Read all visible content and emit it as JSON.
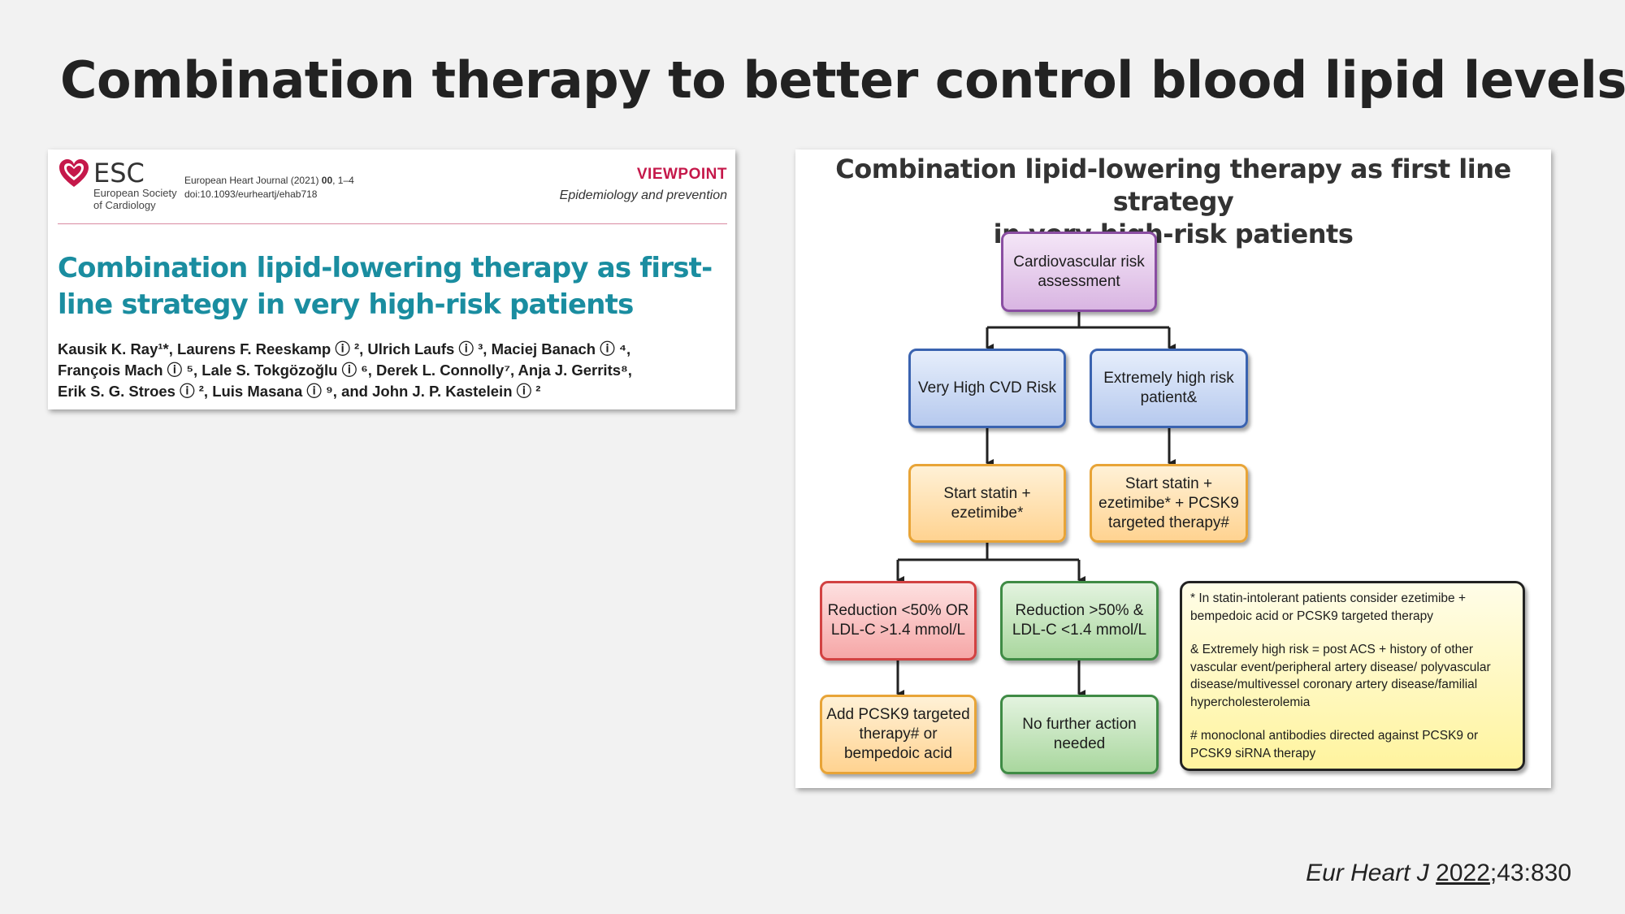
{
  "slide": {
    "title": "Combination therapy to better control blood lipid levels",
    "citation": {
      "journal": "Eur Heart J",
      "year": "2022",
      "rest": ";43:830"
    }
  },
  "paper": {
    "logo_text": "ESC",
    "society": "European Society of Cardiology",
    "journal_line1": "European Heart Journal (2021)",
    "journal_bold": "00",
    "journal_pages": ", 1–4",
    "doi": "doi:10.1093/eurheartj/ehab718",
    "section": "VIEWPOINT",
    "subsection": "Epidemiology and prevention",
    "title": "Combination lipid-lowering therapy as first-line strategy in very high-risk patients",
    "authors_line1": "Kausik K. Ray¹*, Laurens F. Reeskamp ⓘ ², Ulrich Laufs ⓘ ³, Maciej Banach ⓘ ⁴,",
    "authors_line2": "François Mach ⓘ ⁵, Lale S. Tokgözoğlu ⓘ ⁶, Derek L. Connolly⁷, Anja J. Gerrits⁸,",
    "authors_line3": "Erik S. G. Stroes ⓘ ², Luis Masana ⓘ ⁹, and John J. P. Kastelein ⓘ ²",
    "colors": {
      "title": "#1a8da0",
      "viewpoint": "#c5184a",
      "orcid": "#8dc63f"
    }
  },
  "figure": {
    "title_line1": "Combination lipid-lowering therapy as first line strategy",
    "title_line2": "in very high-risk patients",
    "assessment": "Cardiovascular risk assessment",
    "very_high": "Very High CVD Risk",
    "extremely_high": "Extremely high risk patient&",
    "start_statin": "Start statin + ezetimibe*",
    "start_statin_pcsk9": "Start statin + ezetimibe* + PCSK9 targeted therapy#",
    "reduction_low": "Reduction <50% OR LDL-C >1.4 mmol/L",
    "reduction_high": "Reduction >50% & LDL-C <1.4 mmol/L",
    "add_pcsk9": "Add PCSK9 targeted therapy# or bempedoic acid",
    "no_action": "No further action needed",
    "note_star": "* In statin-intolerant patients consider ezetimibe + bempedoic acid or PCSK9 targeted therapy",
    "note_amp": "& Extremely high risk = post ACS + history of other vascular event/peripheral artery disease/ polyvascular disease/multivessel coronary artery disease/familial hypercholesterolemia",
    "note_hash": "# monoclonal antibodies directed against PCSK9 or PCSK9 siRNA therapy"
  }
}
